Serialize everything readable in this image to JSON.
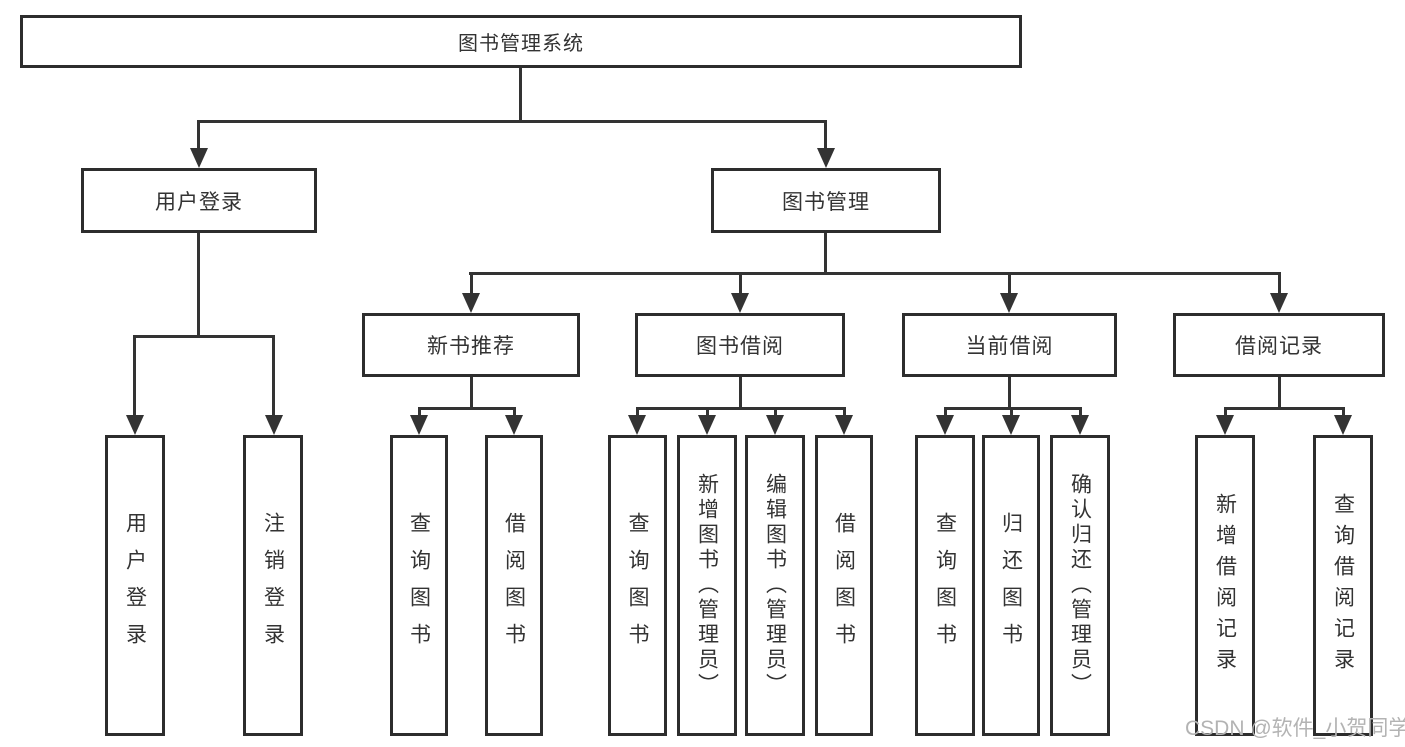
{
  "nodes": {
    "root": "图书管理系统",
    "user_login": "用户登录",
    "book_mgmt": "图书管理",
    "new_book": "新书推荐",
    "book_borrow": "图书借阅",
    "current_borrow": "当前借阅",
    "borrow_record": "借阅记录",
    "leaf_user_login": "用户登录",
    "leaf_logout": "注销登录",
    "leaf_nb_query": "查询图书",
    "leaf_nb_borrow": "借阅图书",
    "leaf_bb_query": "查询图书",
    "leaf_bb_add": "新增图书（管理员）",
    "leaf_bb_edit": "编辑图书（管理员）",
    "leaf_bb_borrow": "借阅图书",
    "leaf_cb_query": "查询图书",
    "leaf_cb_return": "归还图书",
    "leaf_cb_confirm": "确认归还（管理员）",
    "leaf_br_add": "新增借阅记录",
    "leaf_br_query": "查询借阅记录"
  },
  "hierarchy": {
    "图书管理系统": {
      "用户登录": [
        "用户登录",
        "注销登录"
      ],
      "图书管理": {
        "新书推荐": [
          "查询图书",
          "借阅图书"
        ],
        "图书借阅": [
          "查询图书",
          "新增图书（管理员）",
          "编辑图书（管理员）",
          "借阅图书"
        ],
        "当前借阅": [
          "查询图书",
          "归还图书",
          "确认归还（管理员）"
        ],
        "借阅记录": [
          "新增借阅记录",
          "查询借阅记录"
        ]
      }
    }
  },
  "watermark": "CSDN @软件_小贺同学",
  "colors": {
    "border": "#2d2d2d",
    "line": "#333333",
    "text": "#333333",
    "watermark": "#b3b3b3",
    "background": "#ffffff"
  }
}
